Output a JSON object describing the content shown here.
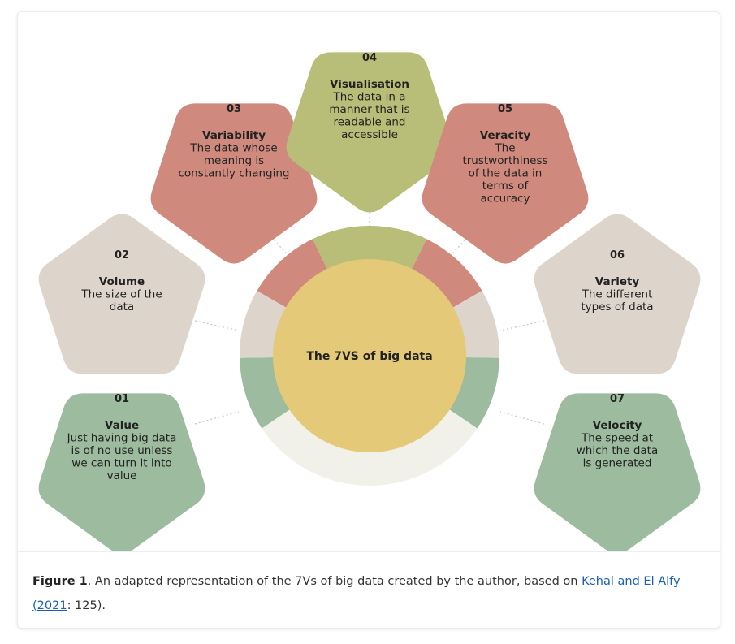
{
  "diagram": {
    "center_label": "The 7VS of big data",
    "colors": {
      "green": "#9dbb9e",
      "beige": "#ddd5cb",
      "red": "#cf8a7d",
      "olive": "#b8be77",
      "center": "#e4c978",
      "ring_gap": "#f1f1e9"
    },
    "items": [
      {
        "num": "01",
        "title": "Value",
        "desc": [
          "Just having big data",
          "is of no use unless",
          "we can turn it into",
          "value"
        ],
        "color": "#9dbb9e"
      },
      {
        "num": "02",
        "title": "Volume",
        "desc": [
          "The size of the",
          "data"
        ],
        "color": "#ddd5cb"
      },
      {
        "num": "03",
        "title": "Variability",
        "desc": [
          "The data whose",
          "meaning is",
          "constantly changing"
        ],
        "color": "#cf8a7d"
      },
      {
        "num": "04",
        "title": "Visualisation",
        "desc": [
          "The data in a",
          "manner that is",
          "readable and",
          "accessible"
        ],
        "color": "#b8be77"
      },
      {
        "num": "05",
        "title": "Veracity",
        "desc": [
          "The",
          "trustworthiness",
          "of the data in",
          "terms of",
          "accuracy"
        ],
        "color": "#cf8a7d"
      },
      {
        "num": "06",
        "title": "Variety",
        "desc": [
          "The different",
          "types of data"
        ],
        "color": "#ddd5cb"
      },
      {
        "num": "07",
        "title": "Velocity",
        "desc": [
          "The speed at",
          "which the data",
          "is generated"
        ],
        "color": "#9dbb9e"
      }
    ]
  },
  "caption": {
    "label": "Figure 1",
    "text_before": ". An adapted representation of the 7Vs of big data created by the author, based on ",
    "link_text": "Kehal and El Alfy (2021",
    "text_after": ": 125)."
  }
}
